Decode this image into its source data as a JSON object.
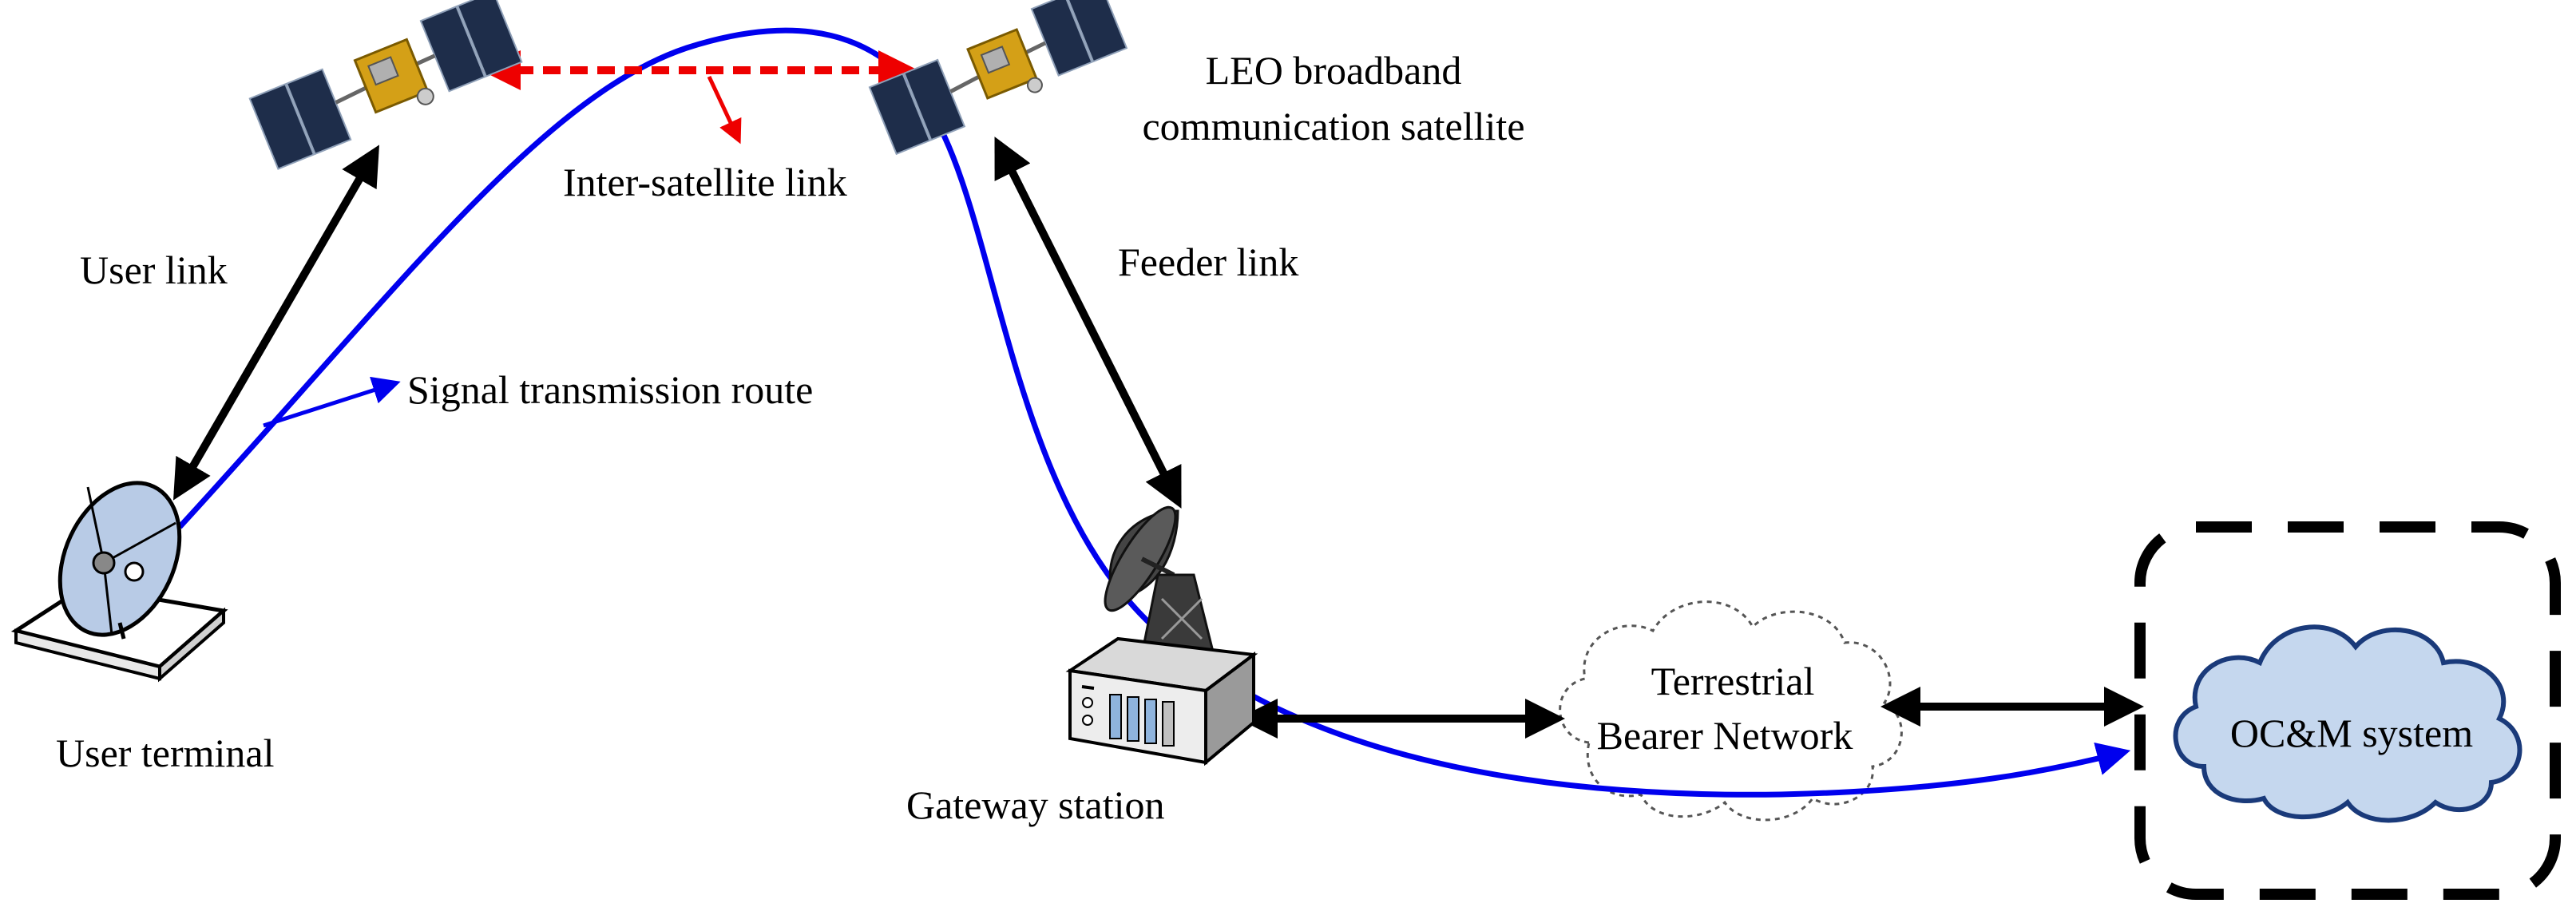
{
  "labels": {
    "leo_satellite_line1": "LEO broadband",
    "leo_satellite_line2": "communication satellite",
    "inter_satellite_link": "Inter-satellite link",
    "user_link": "User link",
    "feeder_link": "Feeder link",
    "signal_route": "Signal transmission route",
    "user_terminal": "User terminal",
    "gateway_station": "Gateway station",
    "terrestrial_line1": "Terrestrial",
    "terrestrial_line2": "Bearer Network",
    "ocm_system": "OC&M system"
  },
  "colors": {
    "signal_route": "#0000ee",
    "inter_satellite_link": "#ee0000",
    "links": "#000000",
    "ocm_cloud_fill": "#c5d7ee",
    "dish_fill": "#b8cbe6",
    "satellite_body": "#d4a017",
    "solar_panel": "#1e2d4a"
  },
  "icons": {
    "satellite_left": "satellite-icon",
    "satellite_right": "satellite-icon",
    "user_terminal": "satellite-dish-icon",
    "gateway": "gateway-antenna-icon",
    "terrestrial_network": "cloud-icon",
    "ocm_system": "cloud-icon"
  }
}
